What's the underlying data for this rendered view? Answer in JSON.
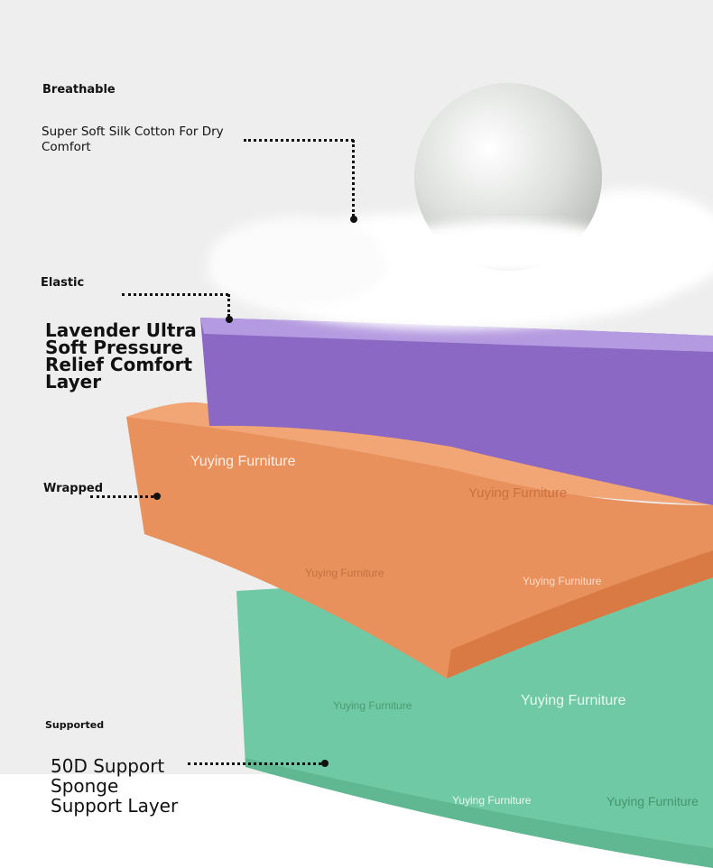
{
  "labels": {
    "breathable": "Breathable",
    "cotton_desc": "Super Soft Silk Cotton For Dry Comfort",
    "elastic": "Elastic",
    "lavender_desc": [
      "Lavender Ultra",
      "Soft Pressure",
      "Relief Comfort",
      "Layer"
    ],
    "wrapped": "Wrapped",
    "supported": "Supported",
    "support_desc": [
      "50D Support",
      "Sponge",
      "Support Layer"
    ]
  },
  "watermark": "Yuying Furniture",
  "colors": {
    "purple": "#8a68c4",
    "orange": "#e8915c",
    "green": "#6fc9a4",
    "background": "#eeeeee"
  }
}
